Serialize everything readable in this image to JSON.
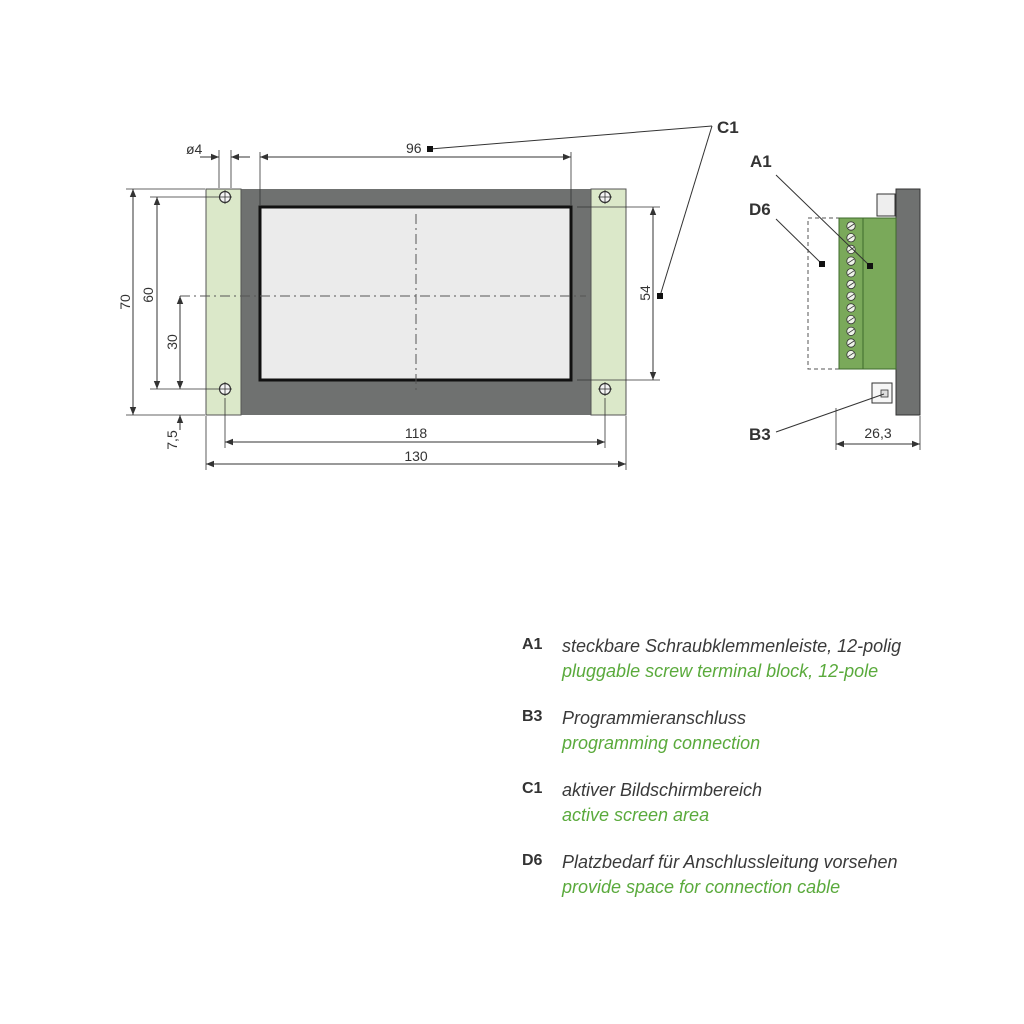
{
  "colors": {
    "bezel": "#6f7170",
    "mount_strip": "#dbe8c9",
    "screen": "#ebebeb",
    "terminal": "#7aa95a",
    "line": "#333333",
    "english_text": "#5aaa3c"
  },
  "dimensions": {
    "hole_dia": "ø4",
    "active_width": "96",
    "height_total": "70",
    "hole_pitch_v": "60",
    "half_height": "30",
    "active_height": "54",
    "bottom_offset": "7,5",
    "hole_pitch_h": "118",
    "width_total": "130",
    "depth": "26,3"
  },
  "callouts": {
    "c1": "C1",
    "a1": "A1",
    "d6": "D6",
    "b3": "B3"
  },
  "legend": [
    {
      "code": "A1",
      "de": "steckbare Schraubklemmenleiste, 12-polig",
      "en": "pluggable screw terminal block, 12-pole"
    },
    {
      "code": "B3",
      "de": "Programmieranschluss",
      "en": "programming connection"
    },
    {
      "code": "C1",
      "de": "aktiver Bildschirmbereich",
      "en": "active screen area"
    },
    {
      "code": "D6",
      "de": "Platzbedarf für Anschlussleitung vorsehen",
      "en": "provide space for connection cable"
    }
  ]
}
